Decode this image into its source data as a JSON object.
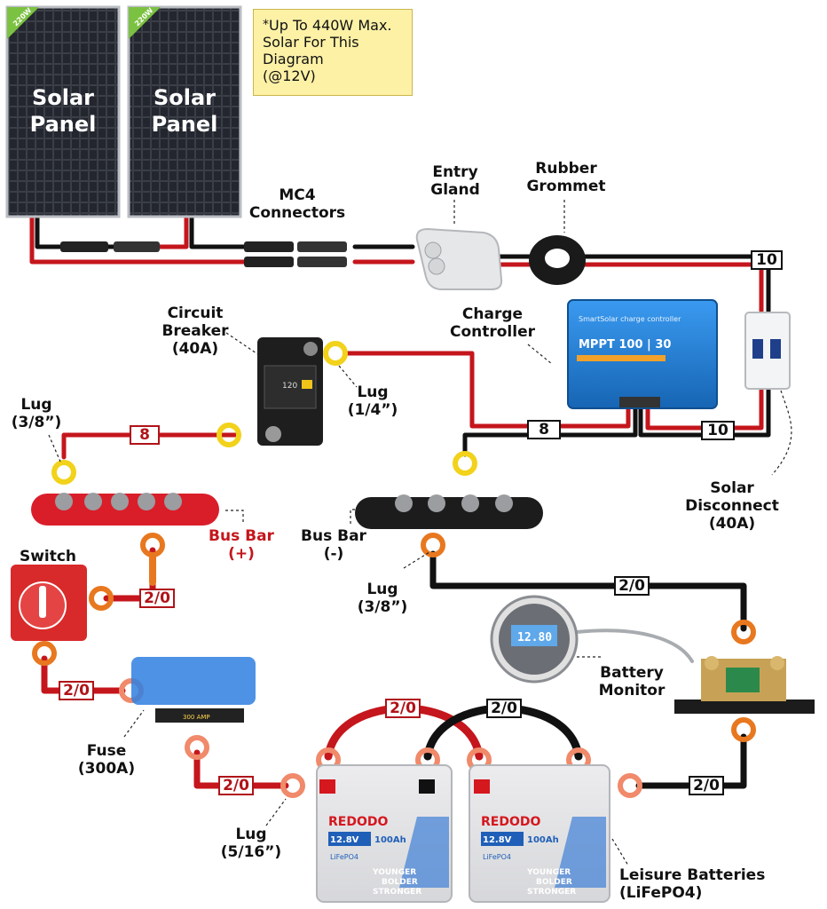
{
  "note": {
    "asterisk": "*",
    "lines": [
      "Up To 440W Max.",
      "Solar For This",
      "Diagram",
      "(@12V)"
    ]
  },
  "panels": [
    {
      "label_line1": "Solar",
      "label_line2": "Panel",
      "badge": "220W"
    },
    {
      "label_line1": "Solar",
      "label_line2": "Panel",
      "badge": "220W"
    }
  ],
  "labels": {
    "mc4": [
      "MC4",
      "Connectors"
    ],
    "entry_gland": [
      "Entry",
      "Gland"
    ],
    "rubber_grommet": [
      "Rubber",
      "Grommet"
    ],
    "charge_controller": [
      "Charge",
      "Controller"
    ],
    "circuit_breaker": [
      "Circuit",
      "Breaker",
      "(40A)"
    ],
    "lug_quarter": [
      "Lug",
      "(1/4”)"
    ],
    "lug_38_left": [
      "Lug",
      "(3/8”)"
    ],
    "bus_bar_pos": [
      "Bus Bar",
      "(+)"
    ],
    "bus_bar_neg": [
      "Bus Bar",
      "(-)"
    ],
    "switch": [
      "Switch"
    ],
    "lug_38_mid": [
      "Lug",
      "(3/8”)"
    ],
    "solar_disconnect": [
      "Solar",
      "Disconnect",
      "(40A)"
    ],
    "battery_monitor": [
      "Battery",
      "Monitor"
    ],
    "fuse": [
      "Fuse",
      "(300A)"
    ],
    "lug_516": [
      "Lug",
      "(5/16”)"
    ],
    "leisure_batteries": [
      "Leisure Batteries",
      "(LiFePO4)"
    ]
  },
  "gauges": {
    "solar_in": "10",
    "controller_out": "8",
    "breaker_to_busbar": "8",
    "disconnect_to_controller": "10",
    "switch_to_busbar": "2/0",
    "switch_to_fuse": "2/0",
    "fuse_to_battery": "2/0",
    "busbar_neg_to_shunt": "2/0",
    "battery_link_pos": "2/0",
    "battery_link_neg": "2/0",
    "shunt_to_battery": "2/0"
  },
  "devices": {
    "controller_brand": "SmartSolar charge controller",
    "controller_model": "MPPT 100 | 30",
    "monitor_reading": "12.80",
    "fuse_rating": "300 AMP",
    "breaker_rating": "120"
  },
  "batteries": [
    {
      "brand": "REDODO",
      "spec_v": "12.8V",
      "spec_ah": "100Ah",
      "chem": "LiFePO4",
      "slogan": [
        "YOUNGER",
        "BOLDER",
        "STRONGER"
      ]
    },
    {
      "brand": "REDODO",
      "spec_v": "12.8V",
      "spec_ah": "100Ah",
      "chem": "LiFePO4",
      "slogan": [
        "YOUNGER",
        "BOLDER",
        "STRONGER"
      ]
    }
  ],
  "colors": {
    "positive_wire": "#c4161c",
    "negative_wire": "#111111",
    "lug_yellow": "#f2d21a",
    "lug_orange": "#e8781f",
    "lug_salmon": "#f08a6a",
    "controller_blue": "#1f7fd6",
    "note_bg": "#fdf1a6"
  }
}
